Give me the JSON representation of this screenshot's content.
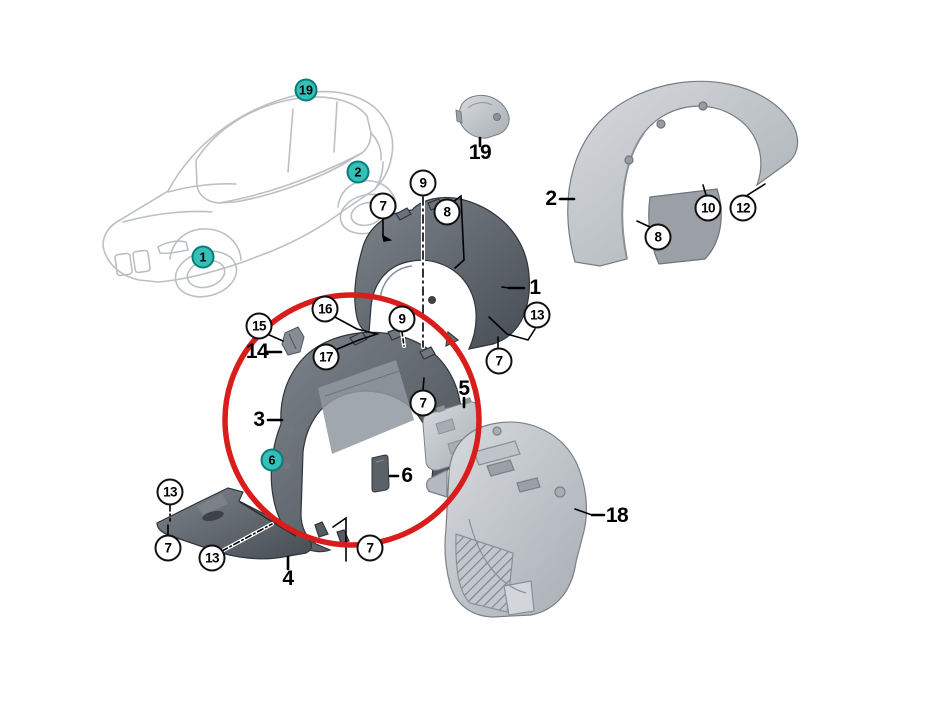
{
  "diagram": {
    "kind": "exploded-parts-diagram",
    "colors": {
      "background": "#ffffff",
      "teal_marker": "#35bfb9",
      "teal_marker_border": "#0a7c79",
      "highlight_red": "#d91c1c",
      "part_light_gray": "#c7cbcf",
      "part_dark_gray": "#596069",
      "callout_border": "#101010"
    },
    "highlight": {
      "type": "ellipse",
      "color": "#d91c1c",
      "encircles_part": "3"
    },
    "callouts": {
      "teal": [
        {
          "id": "pos-19-roof",
          "label": "19"
        },
        {
          "id": "pos-2-rear-arch",
          "label": "2"
        },
        {
          "id": "pos-1-front-arch",
          "label": "1"
        },
        {
          "id": "pos-6-part3",
          "label": "6"
        }
      ],
      "white": [
        {
          "id": "fastener-7-part1-left",
          "label": "7"
        },
        {
          "id": "fastener-9-part1",
          "label": "9"
        },
        {
          "id": "fastener-8-part1",
          "label": "8"
        },
        {
          "id": "fastener-10-part2",
          "label": "10"
        },
        {
          "id": "fastener-12-part2",
          "label": "12"
        },
        {
          "id": "fastener-8-part2",
          "label": "8"
        },
        {
          "id": "fastener-13-part1",
          "label": "13"
        },
        {
          "id": "fastener-7-part1-bottom",
          "label": "7"
        },
        {
          "id": "fastener-9-part3",
          "label": "9"
        },
        {
          "id": "fastener-15",
          "label": "15"
        },
        {
          "id": "fastener-16",
          "label": "16"
        },
        {
          "id": "fastener-17",
          "label": "17"
        },
        {
          "id": "fastener-7-part3-right",
          "label": "7"
        },
        {
          "id": "fastener-13-part4-left",
          "label": "13"
        },
        {
          "id": "fastener-7-part4",
          "label": "7"
        },
        {
          "id": "fastener-13-part4-mid",
          "label": "13"
        },
        {
          "id": "fastener-7-part3-bottom",
          "label": "7"
        }
      ]
    },
    "part_labels": [
      {
        "id": "part-19",
        "label": "19"
      },
      {
        "id": "part-2",
        "label": "2"
      },
      {
        "id": "part-1",
        "label": "1"
      },
      {
        "id": "part-14",
        "label": "14"
      },
      {
        "id": "part-3",
        "label": "3"
      },
      {
        "id": "part-5",
        "label": "5"
      },
      {
        "id": "part-6",
        "label": "6"
      },
      {
        "id": "part-4",
        "label": "4"
      },
      {
        "id": "part-18",
        "label": "18"
      }
    ]
  }
}
